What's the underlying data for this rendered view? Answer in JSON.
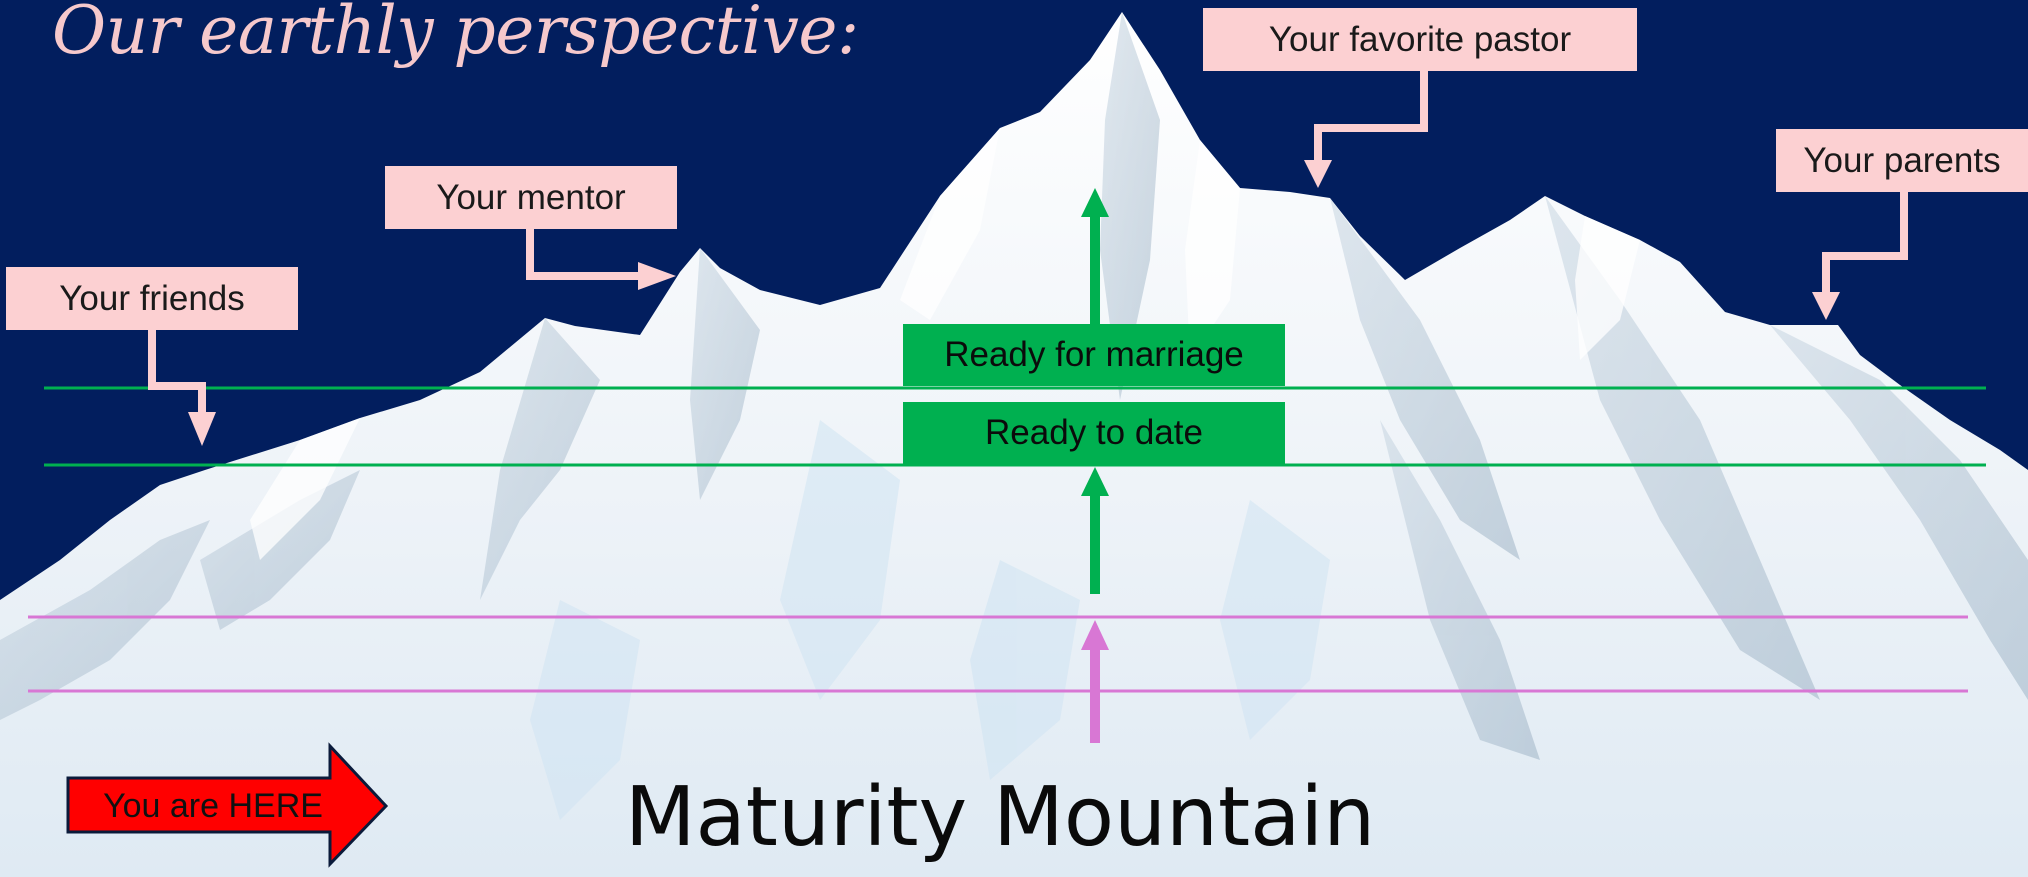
{
  "title": "Our earthly perspective:",
  "people": {
    "friends": "Your friends",
    "mentor": "Your mentor",
    "pastor": "Your favorite pastor",
    "parents": "Your parents"
  },
  "milestones": {
    "marriage": "Ready for marriage",
    "date": "Ready to date"
  },
  "here_label": "You are HERE",
  "mountain_name": "Maturity Mountain",
  "colors": {
    "sky": "#021e5e",
    "pink_label": "#fcd0d2",
    "green": "#00b050",
    "magenta": "#d877d4",
    "red_arrow": "#ff0000",
    "snow": "#f2f6fa"
  }
}
